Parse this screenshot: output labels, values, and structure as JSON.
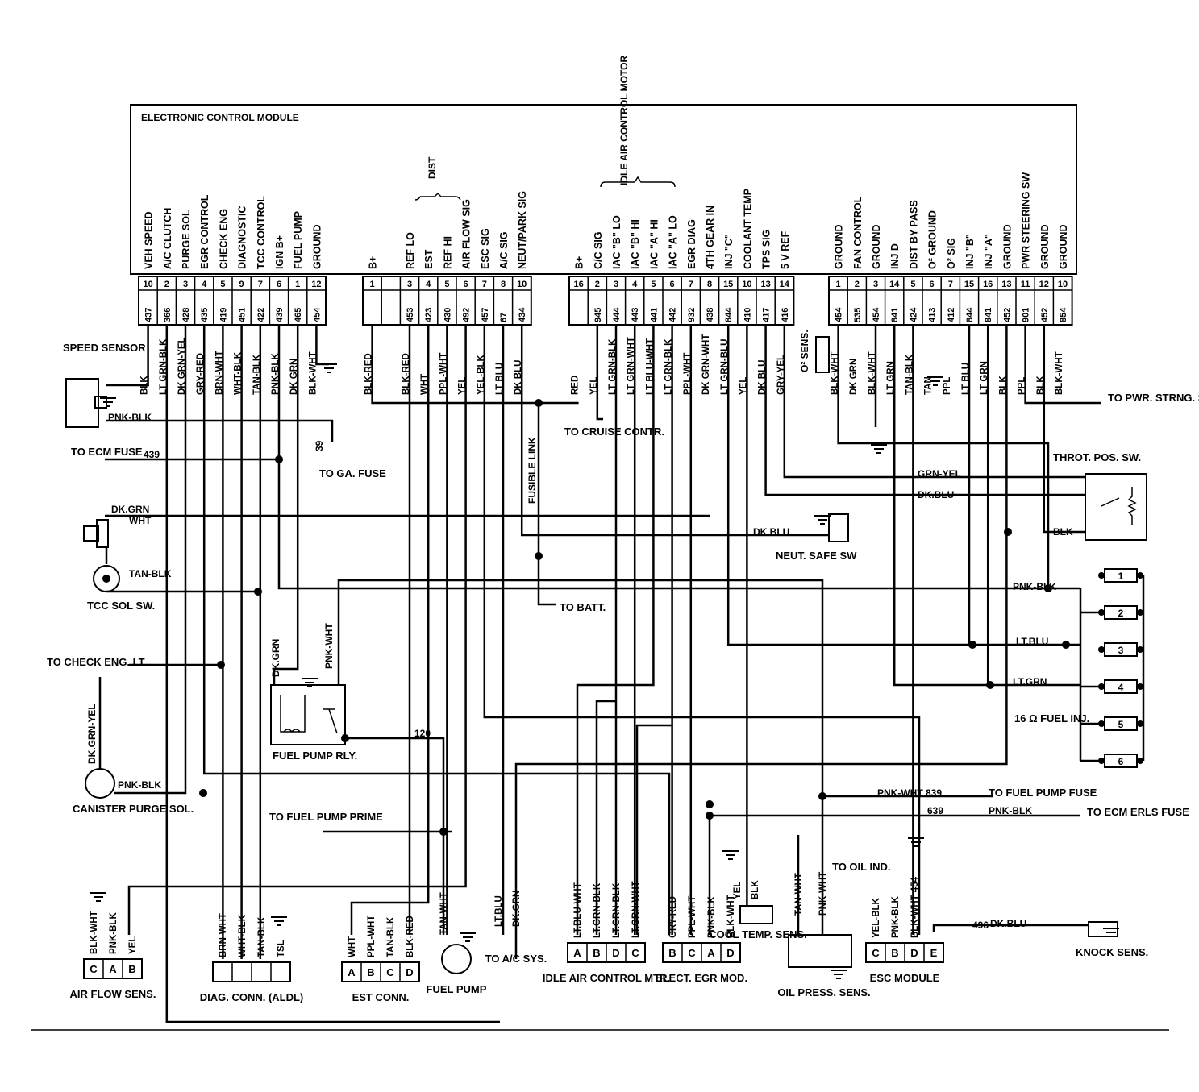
{
  "ecm": {
    "title": "ELECTRONIC CONTROL MODULE",
    "dist_label": "DIST",
    "idle_air_label": "IDLE AIR CONTROL MOTOR",
    "groups": [
      {
        "pins": [
          {
            "func": "VEH SPEED",
            "pin": "10",
            "circ": "437",
            "wire": "BLK"
          },
          {
            "func": "A/C CLUTCH",
            "pin": "2",
            "circ": "366",
            "wire": "LT GRN-BLK"
          },
          {
            "func": "PURGE SOL",
            "pin": "3",
            "circ": "428",
            "wire": "DK GRN-YEL"
          },
          {
            "func": "EGR CONTROL",
            "pin": "4",
            "circ": "435",
            "wire": "GRY-RED"
          },
          {
            "func": "CHECK ENG",
            "pin": "5",
            "circ": "419",
            "wire": "BRN-WHT"
          },
          {
            "func": "DIAGNOSTIC",
            "pin": "9",
            "circ": "451",
            "wire": "WHT-BLK"
          },
          {
            "func": "TCC CONTROL",
            "pin": "7",
            "circ": "422",
            "wire": "TAN-BLK"
          },
          {
            "func": "IGN B+",
            "pin": "6",
            "circ": "439",
            "wire": "PNK-BLK"
          },
          {
            "func": "FUEL PUMP",
            "pin": "1",
            "circ": "465",
            "wire": "DK GRN"
          },
          {
            "func": "GROUND",
            "pin": "12",
            "circ": "454",
            "wire": "BLK-WHT"
          }
        ]
      },
      {
        "pins": [
          {
            "func": "B+",
            "pin": "1",
            "circ": "",
            "wire": "BLK-RED"
          },
          {
            "func": "",
            "pin": "",
            "circ": "",
            "wire": ""
          },
          {
            "func": "REF LO",
            "pin": "3",
            "circ": "453",
            "wire": "BLK-RED"
          },
          {
            "func": "EST",
            "pin": "4",
            "circ": "423",
            "wire": "WHT"
          },
          {
            "func": "REF HI",
            "pin": "5",
            "circ": "430",
            "wire": "PPL-WHT"
          },
          {
            "func": "AIR FLOW SIG",
            "pin": "6",
            "circ": "492",
            "wire": "YEL"
          },
          {
            "func": "ESC SIG",
            "pin": "7",
            "circ": "457",
            "wire": "YEL-BLK"
          },
          {
            "func": "A/C SIG",
            "pin": "8",
            "circ": "67",
            "wire": "LT BLU"
          },
          {
            "func": "NEUT/PARK SIG",
            "pin": "10",
            "circ": "434",
            "wire": "DK BLU"
          }
        ]
      },
      {
        "pins": [
          {
            "func": "B+",
            "pin": "16",
            "circ": "",
            "wire": "RED"
          },
          {
            "func": "C/C SIG",
            "pin": "2",
            "circ": "945",
            "wire": "YEL"
          },
          {
            "func": "IAC \"B\" LO",
            "pin": "3",
            "circ": "444",
            "wire": "LT GRN-BLK"
          },
          {
            "func": "IAC \"B\" HI",
            "pin": "4",
            "circ": "443",
            "wire": "LT GRN-WHT"
          },
          {
            "func": "IAC \"A\" HI",
            "pin": "5",
            "circ": "441",
            "wire": "LT BLU-WHT"
          },
          {
            "func": "IAC \"A\" LO",
            "pin": "6",
            "circ": "442",
            "wire": "LT GRN-BLK"
          },
          {
            "func": "EGR DIAG",
            "pin": "7",
            "circ": "932",
            "wire": "PPL-WHT"
          },
          {
            "func": "4TH GEAR IN",
            "pin": "8",
            "circ": "438",
            "wire": "DK GRN-WHT"
          },
          {
            "func": "INJ \"C\"",
            "pin": "15",
            "circ": "844",
            "wire": "LT GRN-BLU"
          },
          {
            "func": "COOLANT TEMP",
            "pin": "10",
            "circ": "410",
            "wire": "YEL"
          },
          {
            "func": "TPS SIG",
            "pin": "13",
            "circ": "417",
            "wire": "DK BLU"
          },
          {
            "func": "5 V REF",
            "pin": "14",
            "circ": "416",
            "wire": "GRY-YEL"
          }
        ]
      },
      {
        "pins": [
          {
            "func": "GROUND",
            "pin": "1",
            "circ": "454",
            "wire": "BLK-WHT"
          },
          {
            "func": "FAN CONTROL",
            "pin": "2",
            "circ": "535",
            "wire": "DK GRN"
          },
          {
            "func": "GROUND",
            "pin": "3",
            "circ": "454",
            "wire": "BLK-WHT"
          },
          {
            "func": "INJ D",
            "pin": "14",
            "circ": "841",
            "wire": "LT GRN"
          },
          {
            "func": "DIST BY PASS",
            "pin": "5",
            "circ": "424",
            "wire": "TAN-BLK"
          },
          {
            "func": "O² GROUND",
            "pin": "6",
            "circ": "413",
            "wire": "TAN"
          },
          {
            "func": "O² SIG",
            "pin": "7",
            "circ": "412",
            "wire": "PPL"
          },
          {
            "func": "INJ \"B\"",
            "pin": "15",
            "circ": "844",
            "wire": "LT BLU"
          },
          {
            "func": "INJ \"A\"",
            "pin": "16",
            "circ": "841",
            "wire": "LT GRN"
          },
          {
            "func": "GROUND",
            "pin": "13",
            "circ": "452",
            "wire": "BLK"
          },
          {
            "func": "PWR STEERING SW",
            "pin": "11",
            "circ": "901",
            "wire": "PPL"
          },
          {
            "func": "GROUND",
            "pin": "12",
            "circ": "452",
            "wire": "BLK"
          },
          {
            "func": "GROUND",
            "pin": "10",
            "circ": "854",
            "wire": "BLK-WHT"
          }
        ]
      }
    ]
  },
  "labels": {
    "speed_sensor": "SPEED SENSOR",
    "speed_pnk_blk": "PNK-BLK",
    "to_ecm_fuse": "TO ECM FUSE",
    "ecm_fuse_circ": "439",
    "to_ga_fuse": "TO GA. FUSE",
    "ga_fuse_circ": "39",
    "dk_grn": "DK.GRN",
    "wht": "WHT",
    "tan_blk": "TAN-BLK",
    "tcc_sol_sw": "TCC SOL SW.",
    "to_check_eng_lt": "TO CHECK ENG. LT.",
    "dk_grn_yel": "DK.GRN-YEL",
    "pnk_blk": "PNK-BLK",
    "canister_purge_sol": "CANISTER PURGE SOL.",
    "fuel_pump_rly": "FUEL PUMP RLY.",
    "fuel_pump_dk_grn": "DK.GRN",
    "fuel_pump_pnk_wht": "PNK-WHT",
    "circ_120": "120",
    "to_fuel_pump_prime": "TO FUEL PUMP PRIME",
    "fusible_link": "FUSIBLE LINK",
    "to_batt": "TO BATT.",
    "to_cruise_contr": "TO CRUISE CONTR.",
    "o2_sens": "O² SENS.",
    "to_pwr_strng_sw": "TO PWR. STRNG. SW.",
    "throt_pos_sw": "THROT. POS. SW.",
    "grn_yel": "GRN-YEL",
    "dk_blu": "DK.BLU",
    "blk": "BLK",
    "neut_safe_dk_blu": "DK.BLU",
    "neut_safe_sw": "NEUT. SAFE SW",
    "inj_pnk_blk": "PNK-BLK",
    "inj_lt_blu": "LT.BLU",
    "inj_lt_grn": "LT.GRN",
    "fuel_inj": "16 Ω FUEL INJ.",
    "injectors": [
      "1",
      "2",
      "3",
      "4",
      "5",
      "6"
    ],
    "pnk_wht_839": "PNK-WHT 839",
    "to_fuel_pump_fuse": "TO FUEL PUMP FUSE",
    "circ_639": "639",
    "erls_pnk_blk": "PNK-BLK",
    "to_ecm_erls_fuse": "TO ECM ERLS FUSE",
    "to_oil_ind": "TO OIL IND.",
    "knock_circ": "496",
    "knock_dk_blu": "DK.BLU",
    "knock_sens": "KNOCK SENS."
  },
  "connectors": {
    "air_flow": {
      "name": "AIR FLOW SENS.",
      "pins": [
        "C",
        "A",
        "B"
      ],
      "wires": [
        "BLK-WHT",
        "PNK-BLK",
        "YEL"
      ]
    },
    "diag": {
      "name": "DIAG. CONN. (ALDL)",
      "pins": [
        "",
        "",
        "",
        ""
      ],
      "wires": [
        "BRN-WHT",
        "WHT-BLK",
        "TAN-BLK",
        "TSL"
      ]
    },
    "est": {
      "name": "EST CONN.",
      "pins": [
        "A",
        "B",
        "C",
        "D"
      ],
      "wires": [
        "WHT",
        "PPL-WHT",
        "TAN-BLK",
        "BLK-RED"
      ]
    },
    "fuel_pump": {
      "name": "FUEL PUMP",
      "wires": [
        "TAN-WHT"
      ]
    },
    "ac_sys": {
      "name": "TO A/C SYS.",
      "wires": [
        "LT.BLU",
        "DK.GRN"
      ]
    },
    "iac": {
      "name": "IDLE AIR CONTROL MTR.",
      "pins": [
        "A",
        "B",
        "D",
        "C"
      ],
      "wires": [
        "LT.BLU-WHT",
        "LT.GRN-BLK",
        "LT.GRN-BLK",
        "LT.GRN-WHT"
      ]
    },
    "egr": {
      "name": "ELECT. EGR MOD.",
      "pins": [
        "B",
        "C",
        "A",
        "D"
      ],
      "wires": [
        "GRY-RED",
        "PPL-WHT",
        "PNK-BLK",
        "BLK-WHT"
      ]
    },
    "cool_temp": {
      "name": "COOL TEMP. SENS.",
      "wires": [
        "YEL",
        "BLK"
      ]
    },
    "oil_press": {
      "name": "OIL PRESS. SENS.",
      "wires": [
        "TAN-WHT",
        "PNK-WHT"
      ]
    },
    "esc": {
      "name": "ESC MODULE",
      "pins": [
        "C",
        "B",
        "D",
        "E"
      ],
      "wires": [
        "YEL-BLK",
        "PNK-BLK",
        "BLK-WHT 454"
      ]
    }
  }
}
